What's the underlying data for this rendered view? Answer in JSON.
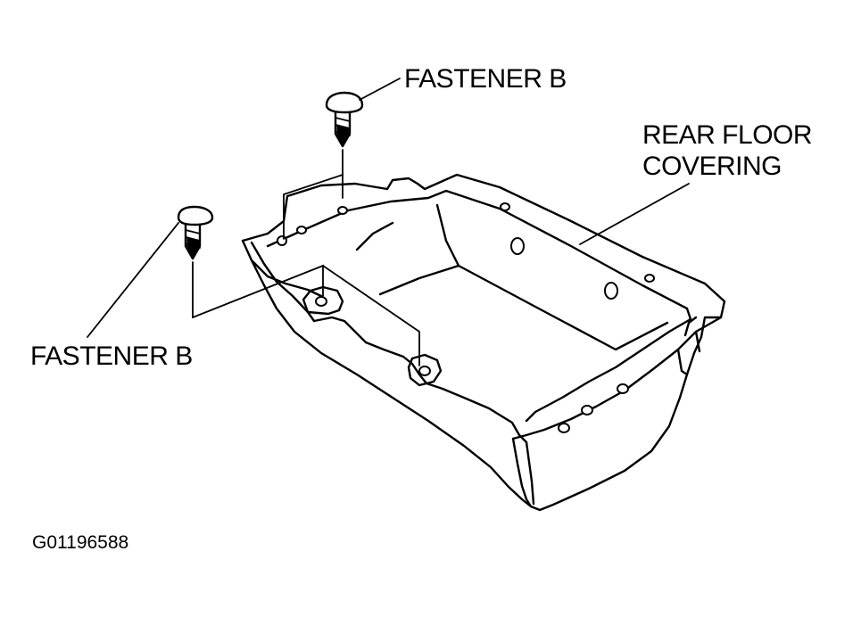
{
  "labels": {
    "fastener_top": "FASTENER B",
    "fastener_left": "FASTENER B",
    "rear_floor_line1": "REAR FLOOR",
    "rear_floor_line2": "COVERING"
  },
  "figure_code": "G01196588"
}
